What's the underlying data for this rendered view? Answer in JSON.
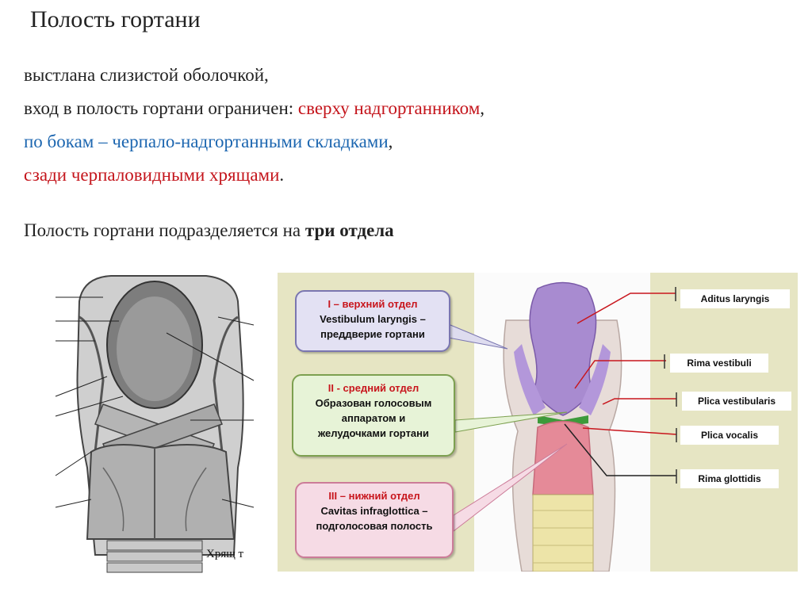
{
  "title": "Полость гортани",
  "description": {
    "line1": "выстлана слизистой оболочкой,",
    "line2_prefix": "вход в полость гортани ограничен: ",
    "line2_red": "сверху надгортанником",
    "line2_suffix": ",",
    "line3_blue": "по бокам – черпало-надгортанными складками",
    "line3_suffix": ",",
    "line4_red": "сзади черпаловидными хрящами",
    "line4_suffix": "."
  },
  "division": {
    "prefix": "Полость гортани подразделяется на ",
    "bold": "три отдела"
  },
  "left_figure": {
    "label": "Хрящ т"
  },
  "diagram": {
    "sections": [
      {
        "head": "I – верхний отдел",
        "lines": [
          "Vestibulum laryngis –",
          "преддверие гортани"
        ]
      },
      {
        "head": "II - средний отдел",
        "lines": [
          "Образован голосовым",
          "аппаратом и",
          "желудочками гортани"
        ]
      },
      {
        "head": "III – нижний отдел",
        "lines": [
          "Cavitas infraglottica –",
          "подголосовая полость"
        ]
      }
    ],
    "labels": [
      "Aditus laryngis",
      "Rima vestibuli",
      "Plica vestibularis",
      "Plica vocalis",
      "Rima glottidis"
    ]
  },
  "colors": {
    "red_text": "#c4141b",
    "blue_text": "#1c66b0",
    "panel_bg": "#e6e5c3"
  }
}
